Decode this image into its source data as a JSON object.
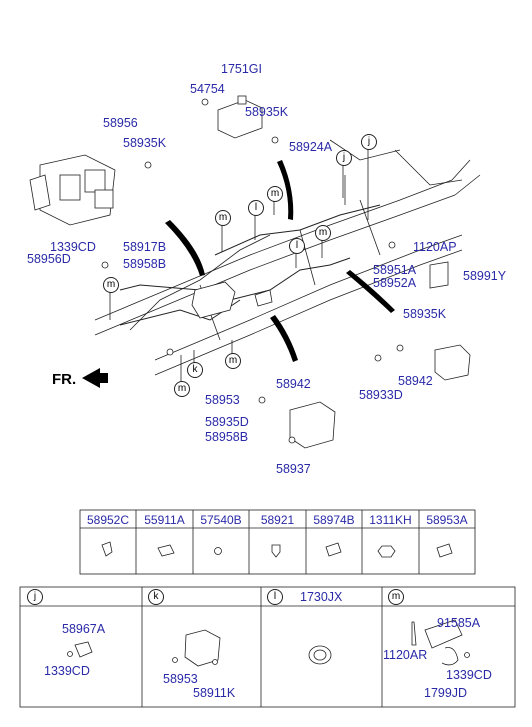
{
  "diagram": {
    "front_label": "FR.",
    "labels": {
      "p1751GI": "1751GI",
      "p54754": "54754",
      "p58935K_a": "58935K",
      "p58924A": "58924A",
      "p58956": "58956",
      "p58935K_b": "58935K",
      "p1339CD_a": "1339CD",
      "p58917B": "58917B",
      "p58956D": "58956D",
      "p58958B_a": "58958B",
      "p1120AP": "1120AP",
      "p58951A": "58951A",
      "p58952A": "58952A",
      "p58991Y": "58991Y",
      "p58935K_c": "58935K",
      "p58942_a": "58942",
      "p58942_b": "58942",
      "p58933D": "58933D",
      "p58953_a": "58953",
      "p58935D": "58935D",
      "p58958B_b": "58958B",
      "p58937": "58937"
    },
    "callouts": {
      "j": "j",
      "m": "m",
      "l": "l",
      "k": "k"
    }
  },
  "parts_table": {
    "headers": [
      "58952C",
      "55911A",
      "57540B",
      "58921",
      "58974B",
      "1311KH",
      "58953A"
    ]
  },
  "detail_boxes": {
    "j": {
      "letter": "j",
      "labels": [
        "58967A",
        "1339CD"
      ]
    },
    "k": {
      "letter": "k",
      "labels": [
        "58953",
        "58911K"
      ]
    },
    "l": {
      "letter": "l",
      "title": "1730JX"
    },
    "m": {
      "letter": "m",
      "labels": [
        "91585A",
        "1120AR",
        "1339CD",
        "1799JD"
      ]
    }
  },
  "colors": {
    "part_number": "#2a2aa8",
    "line": "#222222"
  }
}
